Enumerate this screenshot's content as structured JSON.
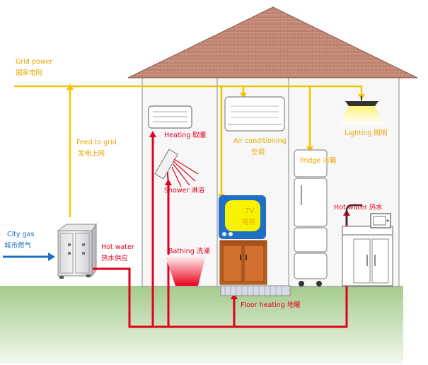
{
  "colors": {
    "power_line": "#f5c400",
    "hot_water_line": "#e0001c",
    "gas_line": "#1f6fc5",
    "roof": "#c98b7a",
    "ground": "#a7cd8e",
    "label_yellow": "#e8a400",
    "label_red": "#e0001c",
    "label_blue": "#1f6fc5"
  },
  "labels": {
    "grid_power_en": "Grid power",
    "grid_power_cn": "国家电网",
    "feed_to_grid_en": "Feed to grid",
    "feed_to_grid_cn": "发电上网",
    "city_gas_en": "City gas",
    "city_gas_cn": "城市燃气",
    "hot_water_supply_en": "Hot water",
    "hot_water_supply_cn": "热水供应",
    "heating": "Heating 取暖",
    "shower": "Shower 淋浴",
    "bathing": "Bathing 洗澡",
    "air_conditioning_en": "Air conditioning",
    "air_conditioning_cn": "空调",
    "tv_en": "TV",
    "tv_cn": "电视",
    "floor_heating": "Floor heating 地暖",
    "fridge": "Fridge 冰箱",
    "lighting": "Lighting 照明",
    "hot_water_tap": "Hot water 热水"
  }
}
